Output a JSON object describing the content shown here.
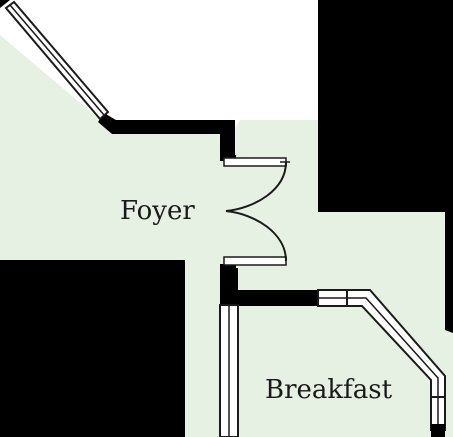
{
  "colors": {
    "floor": "#e7f1e3",
    "wall": "#000000",
    "line": "#1a1a1a",
    "background": "#ffffff"
  },
  "rooms": {
    "foyer": {
      "label": "Foyer"
    },
    "breakfast": {
      "label": "Breakfast"
    }
  },
  "elements": {
    "entry_door": {
      "type": "double-door",
      "swing": "inward-left"
    },
    "windows": [
      "window-upper-left",
      "window-breakfast-left",
      "window-breakfast-right"
    ]
  }
}
